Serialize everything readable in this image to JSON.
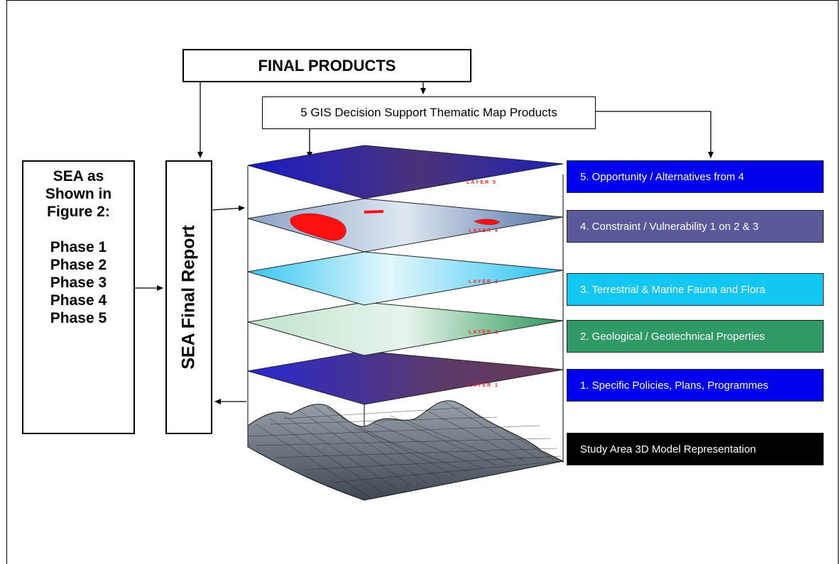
{
  "header": {
    "final_products": "FINAL PRODUCTS",
    "gis_products": "5 GIS Decision Support Thematic Map Products"
  },
  "left_panel": {
    "lines": [
      "SEA as",
      "Shown in",
      "Figure 2:",
      "",
      "Phase 1",
      "Phase 2",
      "Phase 3",
      "Phase 4",
      "Phase 5"
    ]
  },
  "report": {
    "label": "SEA Final Report"
  },
  "layers": [
    {
      "label": "LAYER 5",
      "colors": [
        "#1a1ac8",
        "#5a3a6e"
      ]
    },
    {
      "label": "LAYER 4",
      "colors": [
        "#5f7cab",
        "#e0e8f2"
      ]
    },
    {
      "label": "LAYER 3",
      "colors": [
        "#25c3ef",
        "#e6f7fd"
      ]
    },
    {
      "label": "LAYER 2",
      "colors": [
        "#2d9a58",
        "#e5f3ea"
      ]
    },
    {
      "label": "LAYER 1",
      "colors": [
        "#2a2ad0",
        "#6a3b5c"
      ]
    }
  ],
  "legend": [
    {
      "label": "5. Opportunity / Alternatives from 4",
      "color": "#0000ee"
    },
    {
      "label": "4. Constraint / Vulnerability 1 on 2 & 3",
      "color": "#5a5a9a"
    },
    {
      "label": "3. Terrestrial & Marine Fauna and Flora",
      "color": "#12c8f2"
    },
    {
      "label": "2. Geological / Geotechnical Properties",
      "color": "#2f9a66"
    },
    {
      "label": "1. Specific Policies, Plans, Programmes",
      "color": "#0000ee"
    },
    {
      "label": "Study Area 3D Model Representation",
      "color": "#000000"
    }
  ]
}
